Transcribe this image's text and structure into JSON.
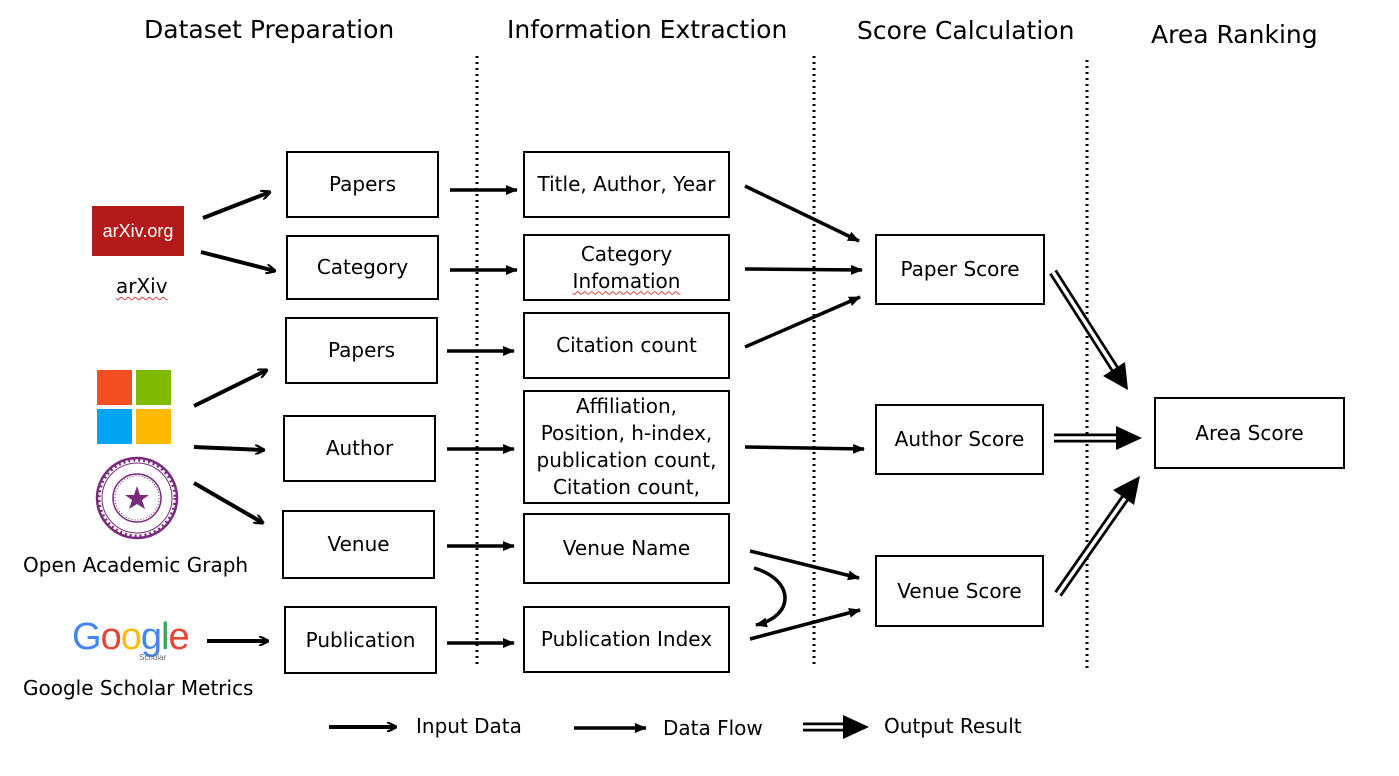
{
  "columns": {
    "col1": "Dataset Preparation",
    "col2": "Information Extraction",
    "col3": "Score Calculation",
    "col4": "Area Ranking"
  },
  "sources": {
    "arxiv_logo_text": "arXiv.org",
    "arxiv_label": "arXiv",
    "oag_label": "Open Academic Graph",
    "google_logo_text": "Google",
    "google_logo_subtext": "Scholar",
    "google_label": "Google Scholar Metrics"
  },
  "col1_boxes": [
    "Papers",
    "Category",
    "Papers",
    "Author",
    "Venue",
    "Publication"
  ],
  "col2_boxes": [
    "Title, Author, Year",
    "Category\nInfomation",
    "Citation count",
    "Affiliation,\nPosition, h-index,\npublication count,\nCitation count,",
    "Venue Name",
    "Publication Index"
  ],
  "scores": {
    "paper": "Paper Score",
    "author": "Author Score",
    "venue": "Venue Score",
    "area": "Area Score"
  },
  "legend": {
    "input": "Input Data",
    "flow": "Data Flow",
    "output": "Output Result"
  },
  "colors": {
    "arxiv_red": "#b31b1b",
    "ms_red": "#f25022",
    "ms_green": "#7fba00",
    "ms_blue": "#00a4ef",
    "ms_yellow": "#ffb900",
    "tsinghua_purple": "#7a2a7c",
    "google_blue": "#4285f4",
    "google_red": "#ea4335",
    "google_yellow": "#fbbc05",
    "google_green": "#34a853"
  }
}
